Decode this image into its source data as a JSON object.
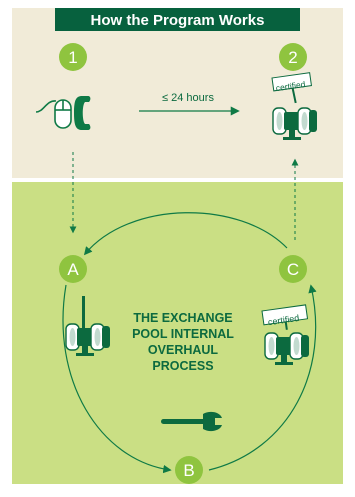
{
  "title": "How the Program Works",
  "steps": {
    "one": "1",
    "two": "2",
    "a": "A",
    "b": "B",
    "c": "C"
  },
  "turnaround_label": "≤ 24 hours",
  "certified_label": "certified",
  "process_label": [
    "THE EXCHANGE",
    "POOL INTERNAL",
    "OVERHAUL",
    "PROCESS"
  ],
  "colors": {
    "title_bg": "#07613e",
    "top_panel": "#f1ebd8",
    "bottom_panel": "#cadf84",
    "circle_green": "#8fc43f",
    "dark_green": "#0c6a3f",
    "line_green": "#0f7a46"
  },
  "icons": [
    "mouse-icon",
    "phone-icon",
    "pump-icon",
    "wrench-icon",
    "certified-sign-icon"
  ]
}
